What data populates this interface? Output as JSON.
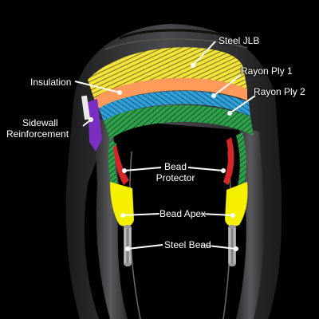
{
  "labels": {
    "steel_jlb": "Steel JLB",
    "rayon_ply_1": "Rayon Ply 1",
    "rayon_ply_2": "Rayon Ply 2",
    "insulation": "Insulation",
    "sidewall_line1": "Sidewall",
    "sidewall_line2": "Reinforcement",
    "bead_protector_line1": "Bead",
    "bead_protector_line2": "Protector",
    "bead_apex": "Bead Apex",
    "steel_bead": "Steel Bead"
  },
  "colors": {
    "background": "#000000",
    "tire_rubber": "#3a3a3c",
    "steel_jlb": "#f2e23c",
    "insulation": "#ff9a5a",
    "rayon_ply_1": "#2f9fd8",
    "rayon_ply_2": "#2ea04a",
    "sidewall_reinforcement": "#7a2fc2",
    "bead_protector": "#d7262a",
    "bead_apex": "#f4f000",
    "steel_bead": "#b8b8b8",
    "leader_line": "#ffffff"
  }
}
